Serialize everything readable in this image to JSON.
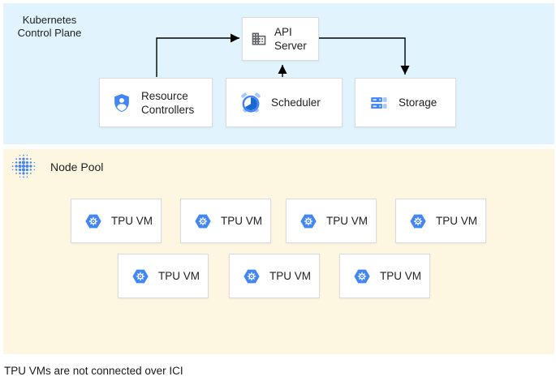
{
  "control_plane": {
    "label": "Kubernetes Control Plane",
    "api_server": {
      "label": "API Server",
      "icon": "building-icon"
    },
    "resource_controllers": {
      "label": "Resource Controllers",
      "icon": "shield-user-icon"
    },
    "scheduler": {
      "label": "Scheduler",
      "icon": "alarm-clock-icon"
    },
    "storage": {
      "label": "Storage",
      "icon": "storage-disks-icon"
    },
    "connections": [
      "Resource Controllers -> API Server",
      "Scheduler -> API Server",
      "API Server -> Storage"
    ]
  },
  "node_pool": {
    "label": "Node Pool",
    "icon": "node-pool-dots-icon",
    "vms": [
      "TPU VM",
      "TPU VM",
      "TPU VM",
      "TPU VM",
      "TPU VM",
      "TPU VM",
      "TPU VM"
    ],
    "vm_icon": "tpu-hexagon-gear-icon"
  },
  "caption": "TPU VMs are not connected over ICI",
  "colors": {
    "control_plane_bg": "#e1f3fd",
    "node_pool_bg": "#fdf7e2",
    "accent_blue": "#4285f4",
    "light_blue": "#a8c7fa",
    "pale_blue": "#c6dafc",
    "dark_blue": "#1967d2",
    "icon_gray": "#5f6368",
    "box_border": "#dadce0",
    "arrow": "#000000",
    "text": "#202124"
  }
}
